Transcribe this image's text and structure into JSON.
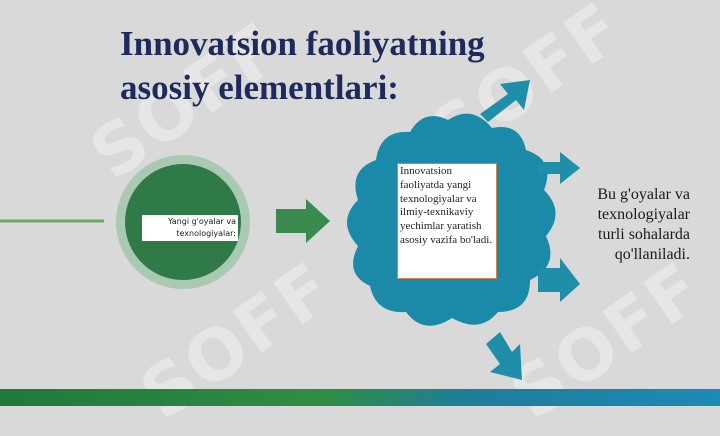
{
  "title": {
    "line1": "Innovatsion faoliyatning",
    "line2": "asosiy elementlari:"
  },
  "circle_label": "Yangi g'oyalar va texnologiyalar:",
  "center_box_text": "Innovatsion faoliyatda yangi texnologiyalar va ilmiy-texnikaviy yechimlar yaratish asosiy vazifa bo'ladi.",
  "side_text": "Bu g'oyalar va texnologiyalar turli sohalarda qo'llaniladi.",
  "watermark": "SOFF",
  "colors": {
    "background": "#d9d9d9",
    "title": "#1f2a5c",
    "circle_outer": "#a9c9b3",
    "circle_inner": "#2f7a46",
    "green_arrow": "#3a8a4f",
    "teal_shape": "#1a8aa8",
    "teal_arrow": "#1f8fa9",
    "box_border": "#c8884a"
  },
  "icons": [
    "arrow-right-icon",
    "arrow-up-right-icon",
    "arrow-down-right-icon"
  ]
}
